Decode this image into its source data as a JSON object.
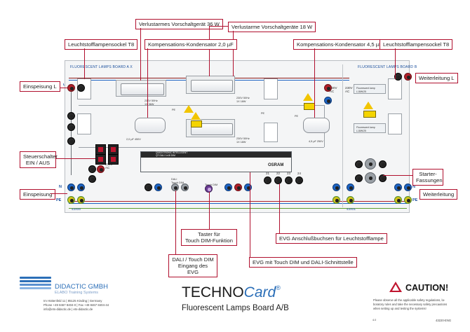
{
  "callouts": {
    "verlustarmes_36": "Verlustarmes Vorschaltgerät 36 W",
    "verlustarme_18": "Verlustarme Vorschaltgeräte 18 W",
    "leuchtstofflampensockel_left": "Leuchtstofflampensockel T8",
    "kompensation_2": "Kompensations-Kondensator 2,0 µF",
    "kompensation_45": "Kompensations-Kondensator 4,5 µF",
    "leuchtstofflampensockel_right": "Leuchtstofflampensockel T8",
    "einspeisung_l": "Einspeisung L",
    "weiterleitung_l": "Weiterleitung L",
    "steuerschalter_line1": "Steuerschalter",
    "steuerschalter_line2": "EIN / AUS",
    "einspeisung": "Einspeisung",
    "weiterleitung": "Weiterleitung",
    "starter_line1": "Starter-",
    "starter_line2": "Fassungen",
    "taster_line1": "Taster für",
    "taster_line2": "Touch DIM-Funktion",
    "dali_line1": "DALI / Touch DIM",
    "dali_line2": "Eingang des EVG",
    "evg_buchsen": "EVG Anschlußbuchsen für Leuchtstofflampe",
    "evg_touch": "EVG mit Touch DIM und DALI-Schnittstelle"
  },
  "board": {
    "title_left": "FLUORESCENT LAMPS BOARD A X",
    "title_right": "FLUORESCENT LAMPS BOARD B",
    "id_left": "43X00",
    "id_right": "43X01",
    "term_n": "N",
    "term_pe": "PE",
    "term_l": "L",
    "pe_mark": "PE",
    "ballast_36_label": "230V 50Hz\n1X 36W",
    "ballast_18a_label": "230V 50Hz\n1X 18W",
    "ballast_18b_label": "230V 50Hz\n1X 18W",
    "cap_2_label": "2,0 µF 450V",
    "cap_45_label": "4,5 µF 250V",
    "ac_label": "230V\nAC",
    "osram_label": "OSRAM",
    "evg_header": "QUICKTRONIC INTELLIGENT\nQT-DALI 1x18 DIM",
    "lamp_b1": "Fluorescent lamp\nL18W/25",
    "lamp_b2": "Fluorescent lamp\nL18W/25",
    "dali_touch_label": "DALI\nTouch DIM",
    "touch_dim_label": "Touch DIM",
    "evg_terms": [
      "21",
      "22",
      "23",
      "24"
    ]
  },
  "footer": {
    "company": "DIDACTIC GMBH",
    "subtitle": "ELABO Training Systems",
    "address1": "Im Hüttenfeld 11 | 85125 Kinding | Germany",
    "address2": "Phone +49 8467 8404-0  |  Fax +49 8467 8404-44",
    "address3": "info@ets-didactic.de  |  ets-didactic.de",
    "techno_a": "TECHNO",
    "techno_b": "Card",
    "reg": "®",
    "product_title": "Fluorescent Lamps Board A/B",
    "caution_title": "CAUTION!",
    "caution_text1": "Please observe all the applicable safety regulations, la-",
    "caution_text2": "boratory rules and take the necessary safety precautions",
    "caution_text3": "when setting up and testing the systems!",
    "version": "4.0",
    "doc_code": "43220-ENG"
  },
  "colors": {
    "callout_border": "#b0102e",
    "board_blue": "#1a4f9c",
    "caution_red": "#c0152f",
    "logo_blue": "#2c6fb8",
    "warning_yellow": "#f2c500"
  }
}
